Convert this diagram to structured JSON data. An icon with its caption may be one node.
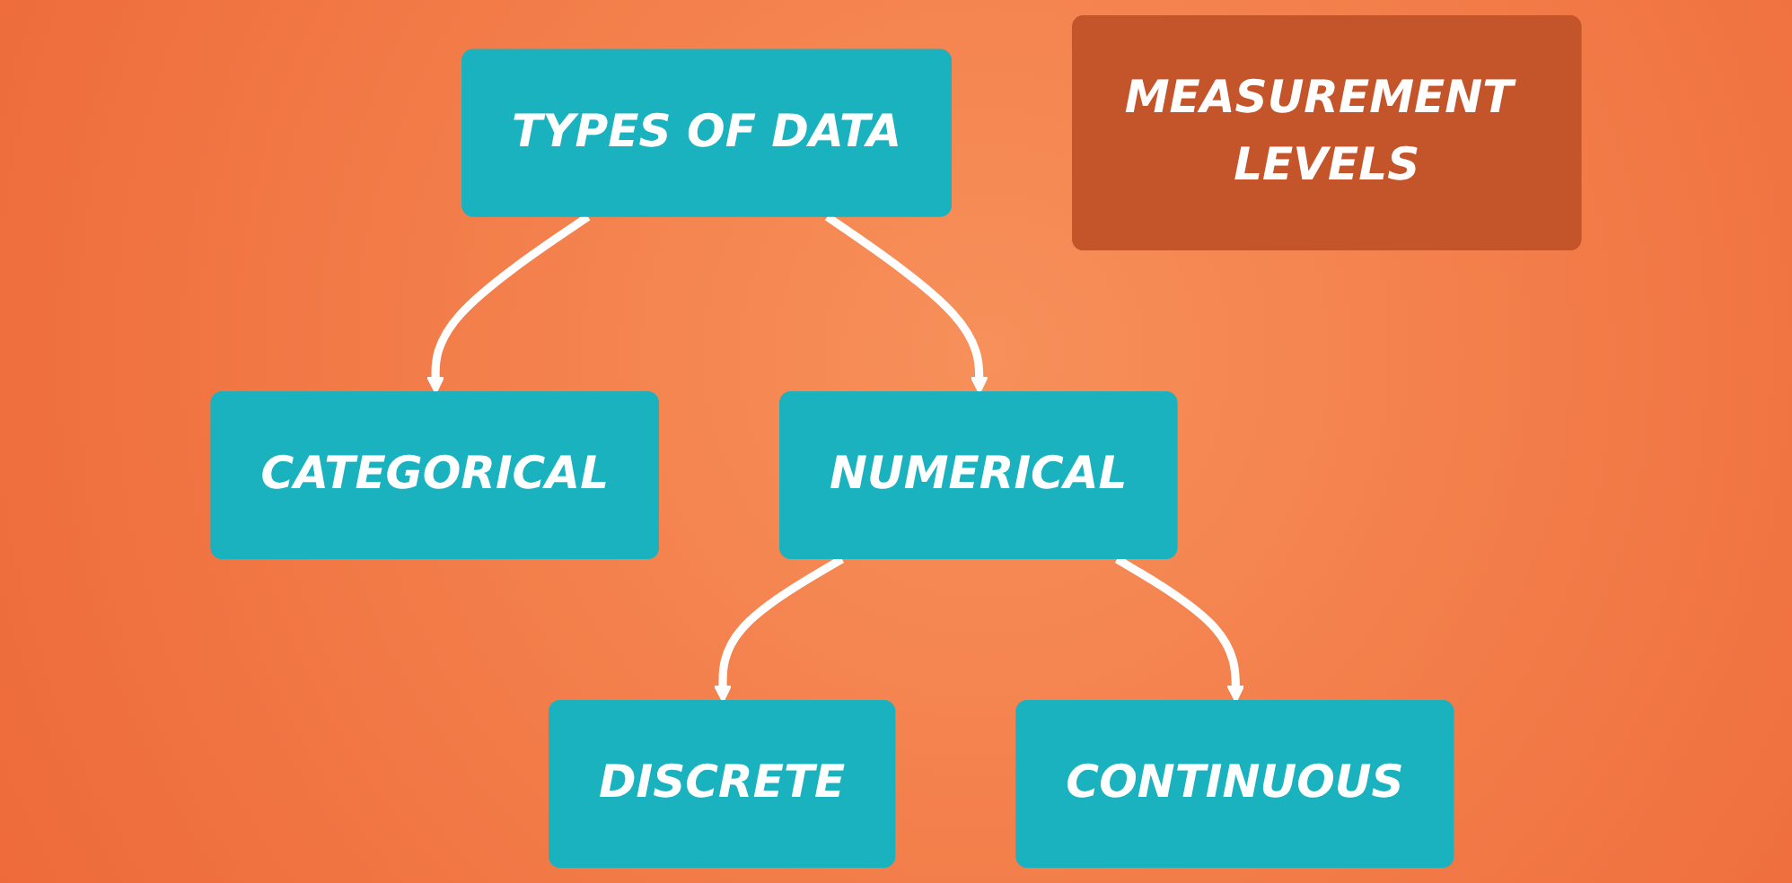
{
  "diagram": {
    "nodes": [
      {
        "text": [
          "TYPES OF DATA"
        ]
      },
      {
        "text": [
          "MEASUREMENT LEVELS"
        ]
      },
      {
        "text": [
          "CATEGORICAL"
        ]
      },
      {
        "text": [
          "NUMERICAL"
        ]
      },
      {
        "text": [
          "DISCRETE"
        ]
      },
      {
        "text": [
          "CONTINUOUS"
        ]
      }
    ],
    "edges": [
      {
        "from": 0,
        "to": 2,
        "arrow": "to"
      },
      {
        "from": 0,
        "to": 3,
        "arrow": "to"
      },
      {
        "from": 3,
        "to": 4,
        "arrow": "to"
      },
      {
        "from": 3,
        "to": 5,
        "arrow": "to"
      }
    ]
  }
}
